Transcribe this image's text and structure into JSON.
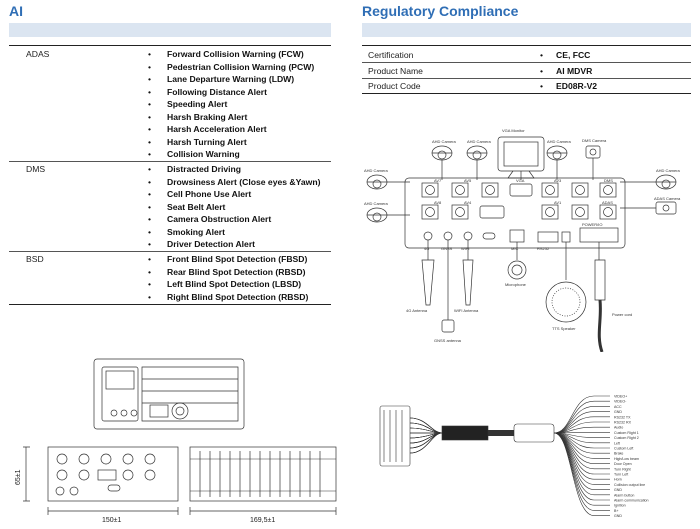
{
  "ai": {
    "title": "AI",
    "groups": [
      {
        "label": "ADAS",
        "items": [
          "Forward Collision Warning (FCW)",
          "Pedestrian Collision Warning (PCW)",
          "Lane Departure Warning (LDW)",
          "Following Distance Alert",
          "Speeding Alert",
          "Harsh Braking Alert",
          "Harsh Acceleration Alert",
          "Harsh Turning Alert",
          "Collision Warning"
        ]
      },
      {
        "label": "DMS",
        "items": [
          "Distracted Driving",
          "Drowsiness Alert (Close eyes &Yawn)",
          "Cell Phone Use Alert",
          "Seat Belt Alert",
          "Camera Obstruction Alert",
          "Smoking Alert",
          "Driver Detection Alert"
        ]
      },
      {
        "label": "BSD",
        "items": [
          "Front Blind Spot Detection (FBSD)",
          "Rear Blind Spot Detection (RBSD)",
          "Left Blind Spot Detection (LBSD)",
          "Right Blind Spot Detection (RBSD)"
        ]
      }
    ]
  },
  "regulatory": {
    "title": "Regulatory Compliance",
    "rows": [
      {
        "label": "Certification",
        "value": "CE, FCC"
      },
      {
        "label": "Product Name",
        "value": "AI MDVR"
      },
      {
        "label": "Product Code",
        "value": "ED08R-V2"
      }
    ]
  },
  "wiring": {
    "vga": "VGA Monitor",
    "ahd_camera": "AHD Camera",
    "ahd_camera_right": "AHD Camera",
    "dms_camera": "DMS Camera",
    "adas_camera": "ADAS Camera",
    "ports": [
      "AV7",
      "AV8",
      "AV5",
      "AV3",
      "AV2",
      "AV1",
      "DMS",
      "ADAS",
      "AV6",
      "AV4"
    ],
    "vga_port": "VGA",
    "rs232_port": "RS232",
    "mic": "MIC",
    "wifi": "WIFI",
    "gnss": "GNSS",
    "fourg": "4G",
    "power_io": "POWER/IO",
    "microphone": "Microphone",
    "tts_speaker": "TTS Speaker",
    "power_cord": "Power cord",
    "antenna_4g": "4G Antenna",
    "antenna_wifi": "WIFI Antenna",
    "antenna_gnss": "GNSS antenna"
  },
  "dimensions": {
    "height": "65±1",
    "width": "150±1",
    "depth": "169,5±1"
  },
  "harness_labels": [
    "VIDEO+",
    "VIDEO-",
    "ACC",
    "GND",
    "RS232 TX",
    "RS232 RX",
    "Audio",
    "Custom Right 1",
    "Custom Right 2",
    "Left",
    "Custom Left",
    "Brake",
    "High/Low beam",
    "Door Open",
    "Turn Right",
    "Turn Left",
    "Horn",
    "Collision output line",
    "GND",
    "Alarm button",
    "Alarm communication",
    "Ignition",
    "B+",
    "GND"
  ],
  "colors": {
    "title": "#2f6eb5",
    "bar": "#dbe5f1"
  }
}
